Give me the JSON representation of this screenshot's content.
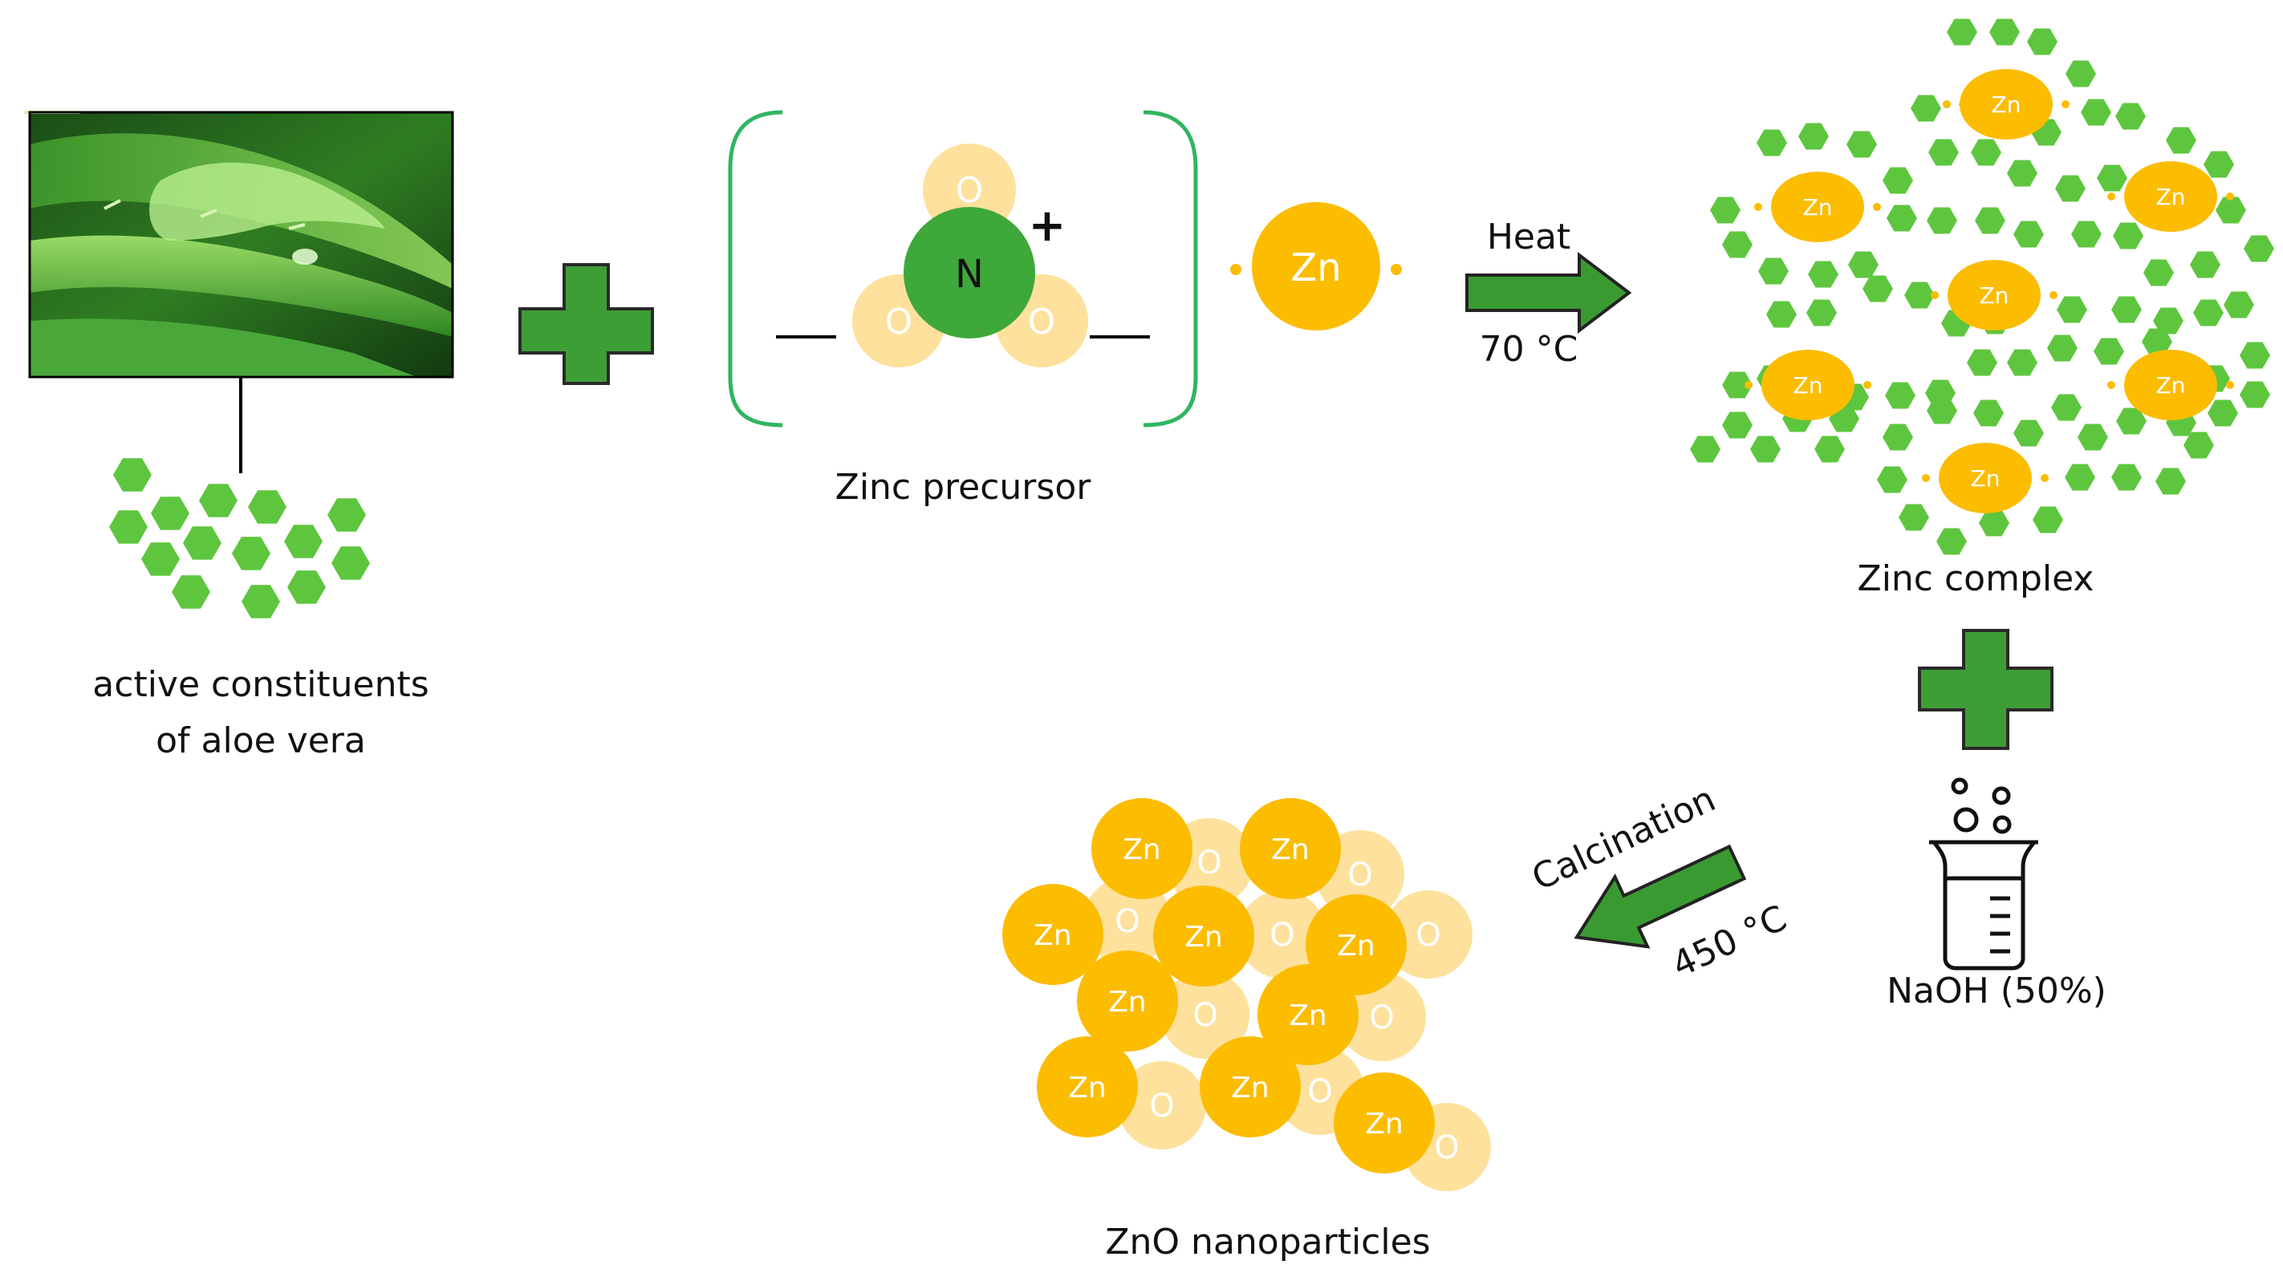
{
  "labels": {
    "aloe_vera": [
      "active constituents",
      "of aloe vera"
    ],
    "zinc_precursor": "Zinc precursor",
    "heat": "Heat",
    "heat_temperature": "70 °C",
    "zinc_complex": "Zinc complex",
    "naoh": "NaOH (50%)",
    "calcination": "Calcination",
    "calcination_temperature": "450 °C",
    "zno_nanoparticles": "ZnO nanoparticles"
  },
  "atoms": {
    "zinc": "Zn",
    "oxygen": "O",
    "nitrogen": "N",
    "charge": "+"
  },
  "colors": {
    "green_hexagon": "#5ec63e",
    "arrow_green": "#3a9a32",
    "plus_green": "#3e9e36",
    "nitrogen_green": "#3ea83a",
    "zinc_yellow": "#fcbc00",
    "oxygen_light": "#fde19c",
    "bracket_green": "#2fb560"
  },
  "icons": {
    "aloe_photo": "aloe-vera-leaves-photo",
    "naoh_beaker": "beaker-icon"
  }
}
